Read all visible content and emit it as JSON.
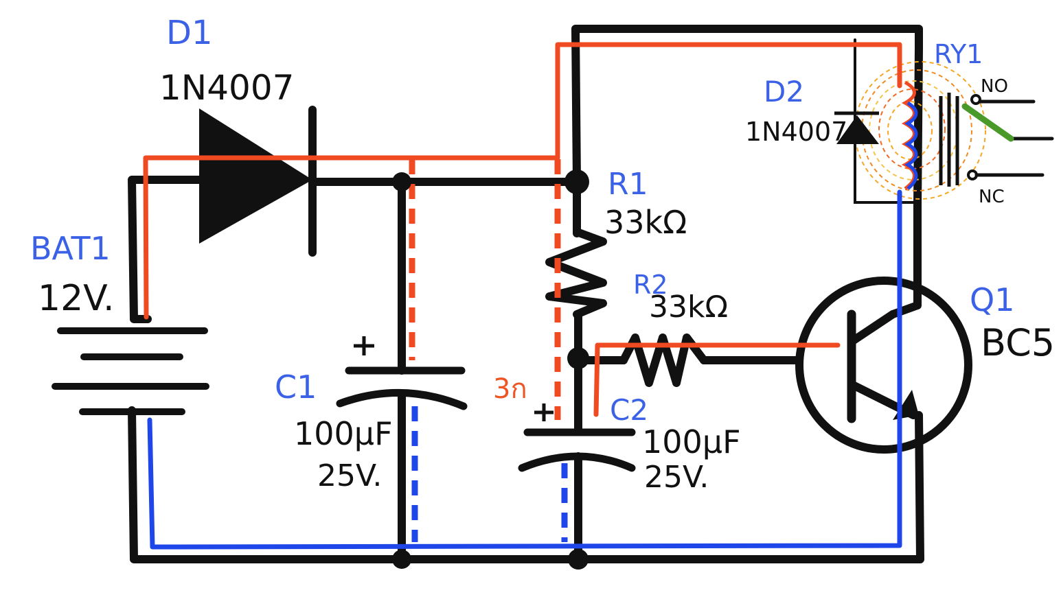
{
  "components": {
    "d1": {
      "ref": "D1",
      "value": "1N4007"
    },
    "bat1": {
      "ref": "BAT1",
      "value": "12V."
    },
    "c1": {
      "ref": "C1",
      "value": "100μF",
      "voltage": "25V.",
      "polarity": "+"
    },
    "r1": {
      "ref": "R1",
      "value": "33kΩ"
    },
    "r2": {
      "ref": "R2",
      "value": "33kΩ"
    },
    "c2": {
      "ref": "C2",
      "value": "100μF",
      "voltage": "25V.",
      "polarity": "+"
    },
    "d2": {
      "ref": "D2",
      "value": "1N4007"
    },
    "ry1": {
      "ref": "RY1",
      "no_label": "NO",
      "nc_label": "NC"
    },
    "q1": {
      "ref": "Q1",
      "value": "BC5"
    }
  },
  "annotation": {
    "text": "3ก"
  },
  "colors": {
    "ref_labels": "#3b62e6",
    "positive_path": "#ef4a22",
    "negative_path": "#1f46e8",
    "wires": "#111111",
    "relay_switch": "#4a9a2a",
    "coil_field": "#f5a623"
  }
}
